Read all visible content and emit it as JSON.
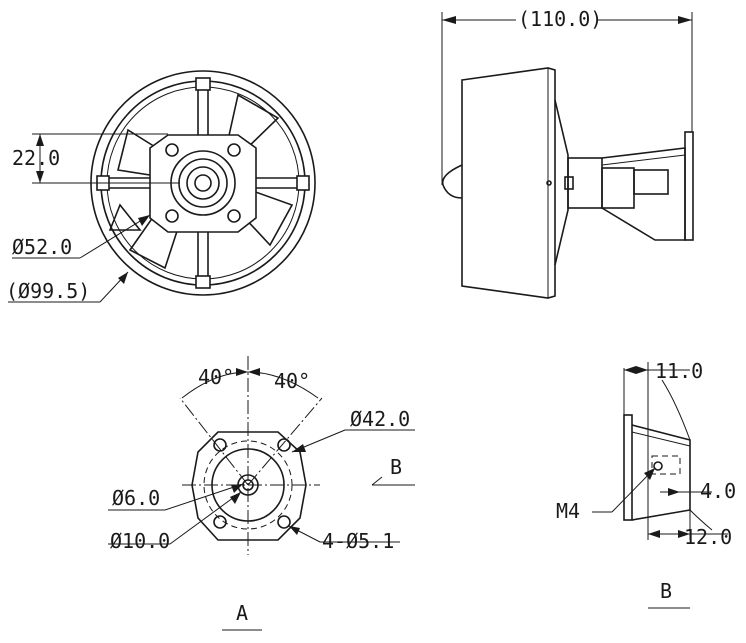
{
  "front_view": {
    "dim_height": "22.0",
    "dim_hub_dia": "Ø52.0",
    "dim_outer_dia": "(Ø99.5)"
  },
  "side_view": {
    "dim_length": "(110.0)"
  },
  "view_a": {
    "angle_left": "40°",
    "angle_right": "40°",
    "dim_bolt_circle": "Ø42.0",
    "dim_shaft": "Ø6.0",
    "dim_boss": "Ø10.0",
    "dim_holes": "4-Ø5.1",
    "section_marker": "B",
    "view_label": "A"
  },
  "view_b": {
    "dim_top": "11.0",
    "thread_label": "M4",
    "dim_depth": "4.0",
    "dim_offset": "12.0",
    "view_label": "B"
  }
}
